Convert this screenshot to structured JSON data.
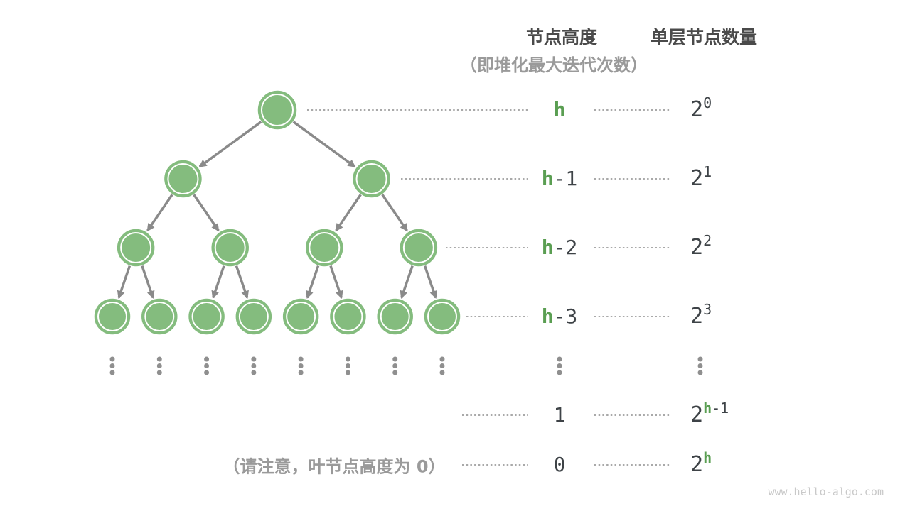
{
  "header": {
    "height_col": "节点高度",
    "height_subtitle": "（即堆化最大迭代次数）",
    "count_col": "单层节点数量"
  },
  "rows": [
    {
      "height_green": "h",
      "height_dark": "",
      "count_base": "2",
      "exp_green": "",
      "exp_dark": "0"
    },
    {
      "height_green": "h",
      "height_dark": "-1",
      "count_base": "2",
      "exp_green": "",
      "exp_dark": "1"
    },
    {
      "height_green": "h",
      "height_dark": "-2",
      "count_base": "2",
      "exp_green": "",
      "exp_dark": "2"
    },
    {
      "height_green": "h",
      "height_dark": "-3",
      "count_base": "2",
      "exp_green": "",
      "exp_dark": "3"
    },
    {
      "height_ellipsis": "⋮",
      "count_ellipsis": "⋮"
    },
    {
      "height_green": "",
      "height_dark": "1",
      "count_base": "2",
      "exp_green": "h",
      "exp_dark": "-1"
    },
    {
      "height_green": "",
      "height_dark": "0",
      "count_base": "2",
      "exp_green": "h",
      "exp_dark": ""
    }
  ],
  "tree": {
    "levels": [
      1,
      2,
      4,
      8
    ],
    "has_continuation_dots": true
  },
  "footer": {
    "note": "（请注意，叶节点高度为 0）",
    "watermark": "www.hello-algo.com"
  },
  "colors": {
    "node_green": "#84BC7E",
    "edge_gray": "#8a8a8a",
    "leader_gray": "#a9a9a9",
    "dots_gray": "#8f8f8f",
    "text_dark": "#3e4347",
    "text_green": "#5a9e52",
    "header_gray": "#4a4a4a",
    "muted_gray": "#9a9a9a",
    "watermark_gray": "#c9c9c9"
  }
}
